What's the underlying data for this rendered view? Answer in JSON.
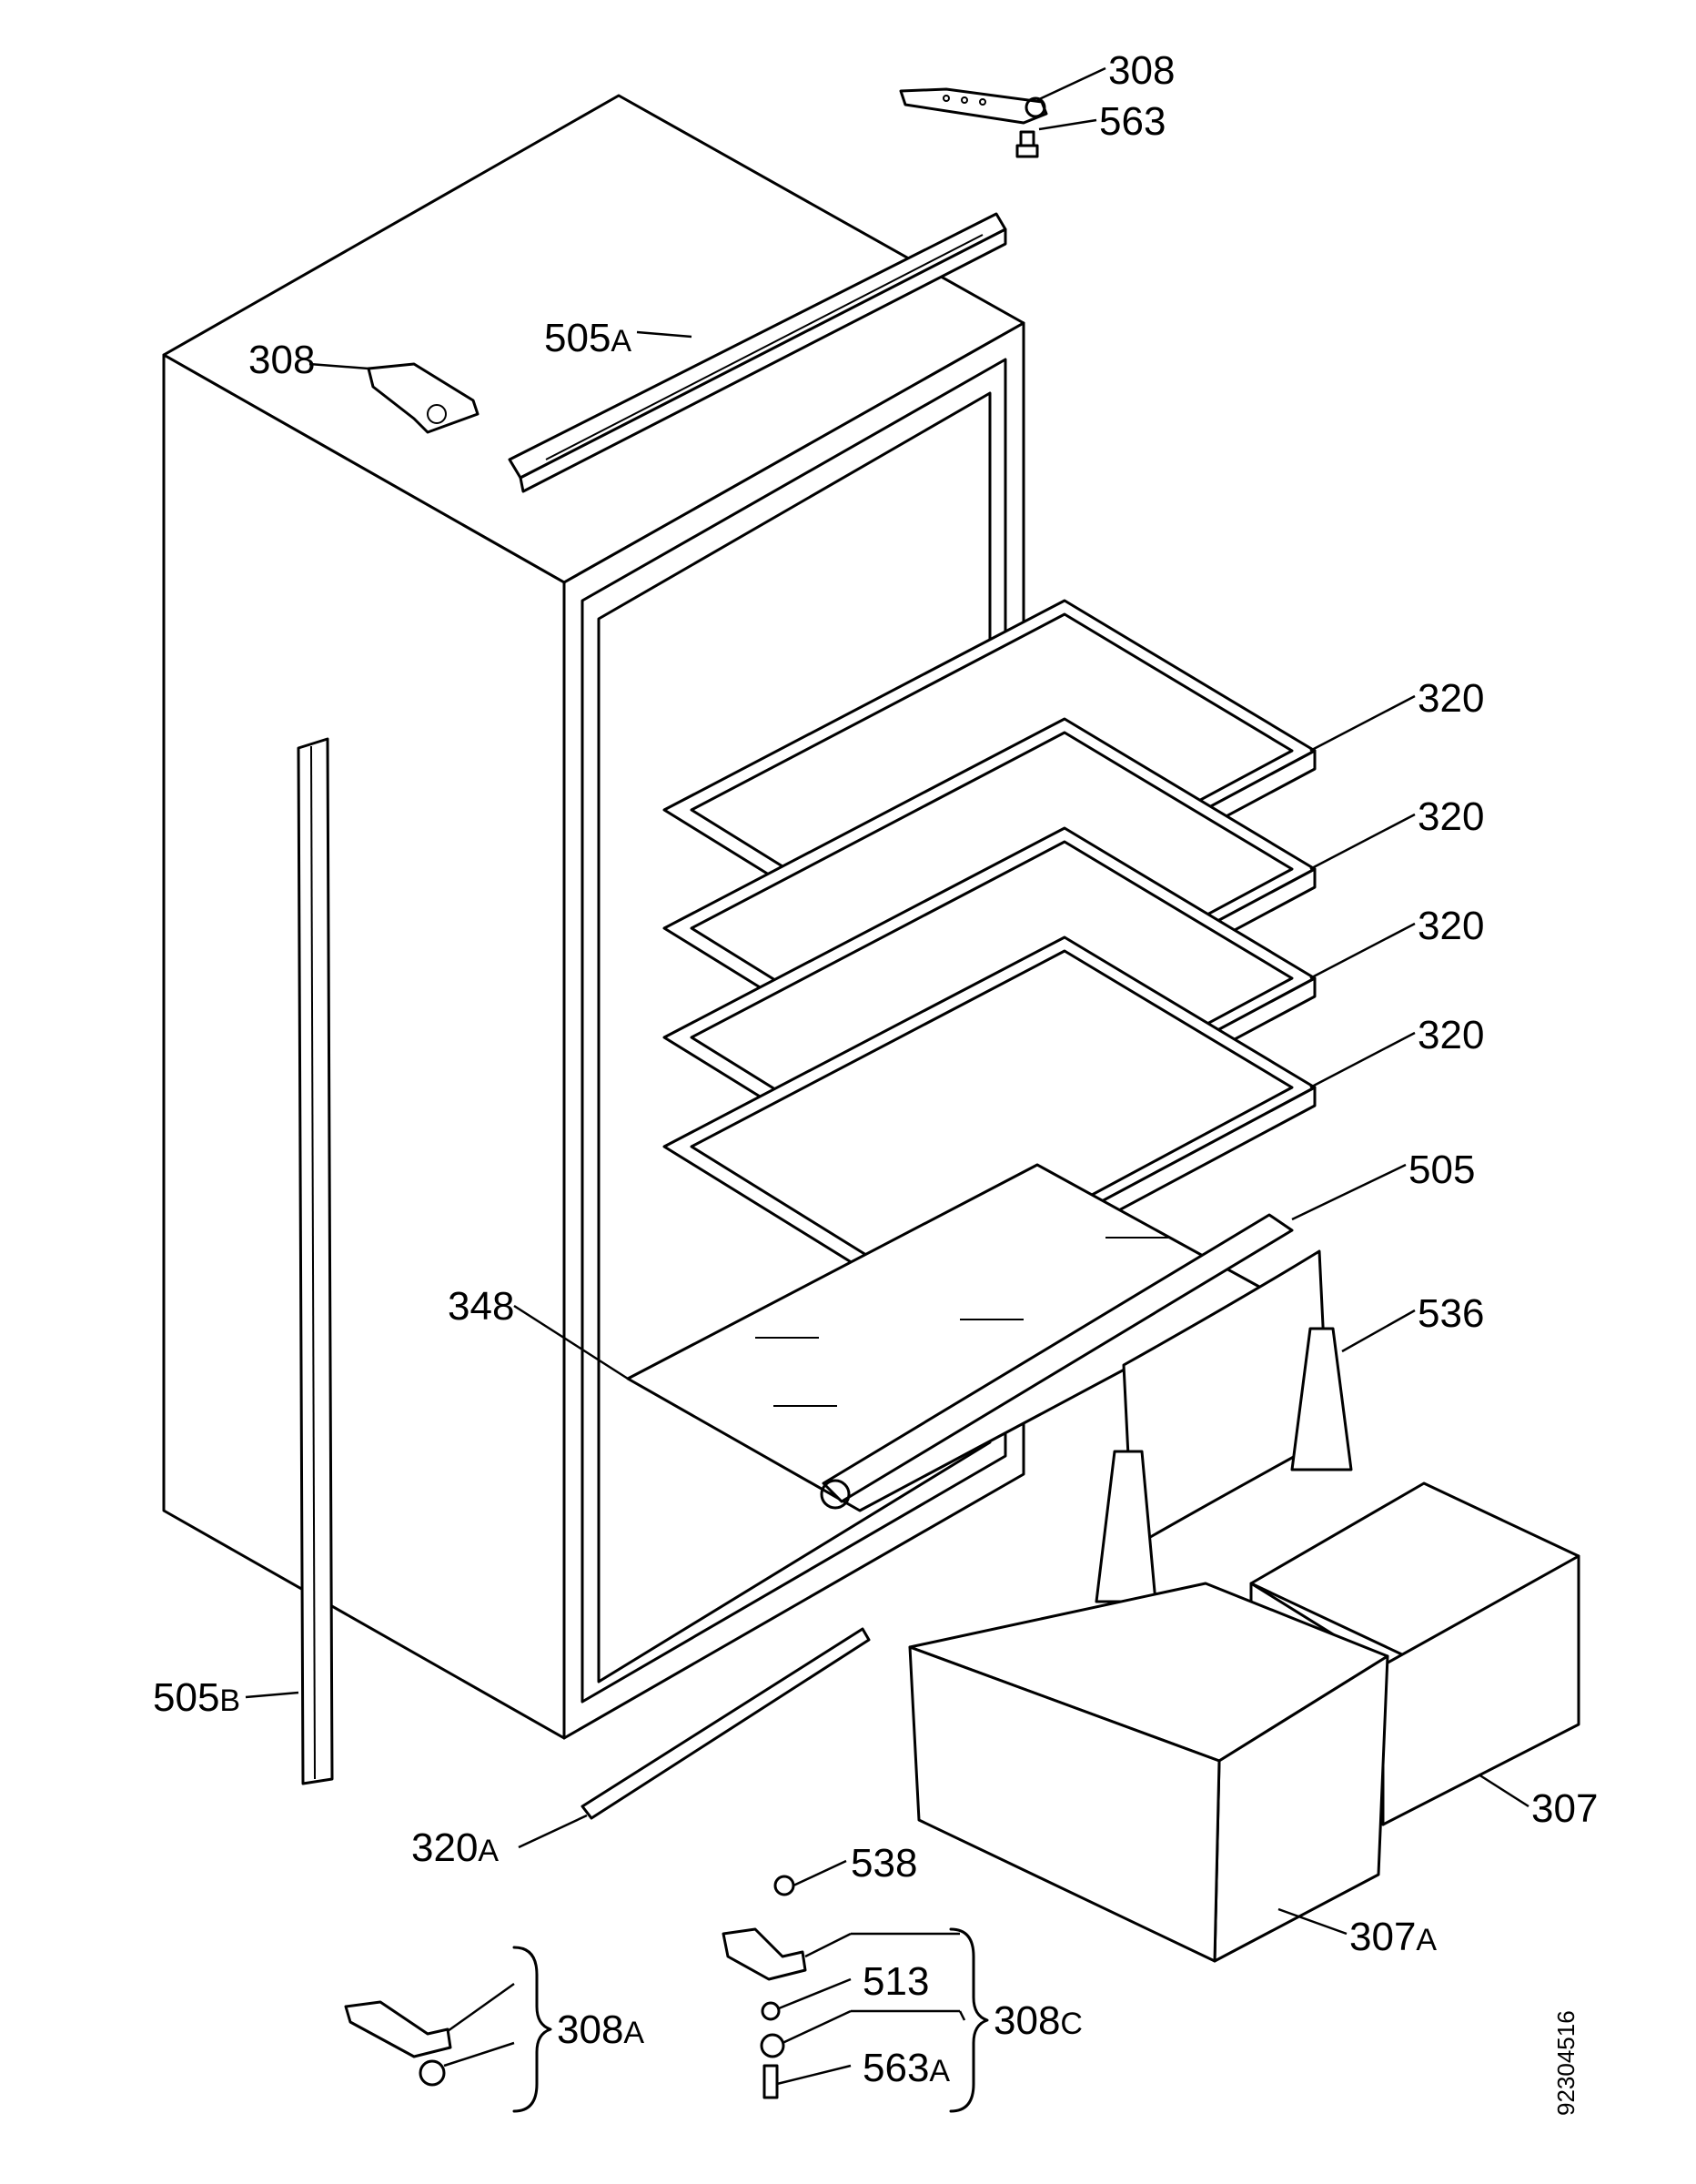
{
  "diagram": {
    "labels": {
      "p308_top": "308",
      "p563_top": "563",
      "p505a_main": "505",
      "p505a_sub": "A",
      "p308_left": "308",
      "p320_1": "320",
      "p320_2": "320",
      "p320_3": "320",
      "p320_4": "320",
      "p505": "505",
      "p348": "348",
      "p536": "536",
      "p505b_main": "505",
      "p505b_sub": "B",
      "p307": "307",
      "p320a_main": "320",
      "p320a_sub": "A",
      "p538": "538",
      "p307a_main": "307",
      "p307a_sub": "A",
      "p513": "513",
      "p308a_main": "308",
      "p308a_sub": "A",
      "p308c_main": "308",
      "p308c_sub": "C",
      "p563a_main": "563",
      "p563a_sub": "A"
    },
    "document_number": "92304516"
  }
}
